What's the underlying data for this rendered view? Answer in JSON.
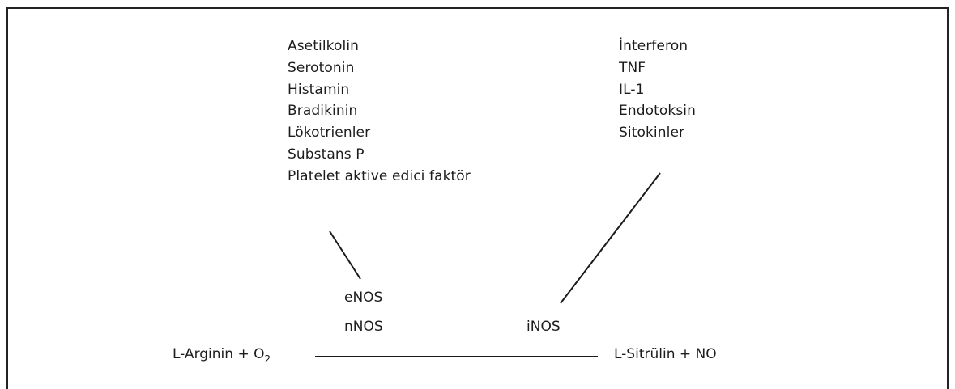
{
  "diagram": {
    "left_stimuli": [
      "Asetilkolin",
      "Serotonin",
      "Histamin",
      "Bradikinin",
      "Lökotrienler",
      "Substans P",
      "Platelet aktive edici faktör"
    ],
    "right_stimuli": [
      "İnterferon",
      "TNF",
      "IL-1",
      "Endotoksin",
      "Sitokinler"
    ],
    "enzymes": {
      "enos": "eNOS",
      "nnos": "nNOS",
      "inos": "iNOS"
    },
    "reaction": {
      "reactant_prefix": "L-Arginin + O",
      "reactant_subscript": "2",
      "product": "L-Sitrülin + NO"
    }
  }
}
